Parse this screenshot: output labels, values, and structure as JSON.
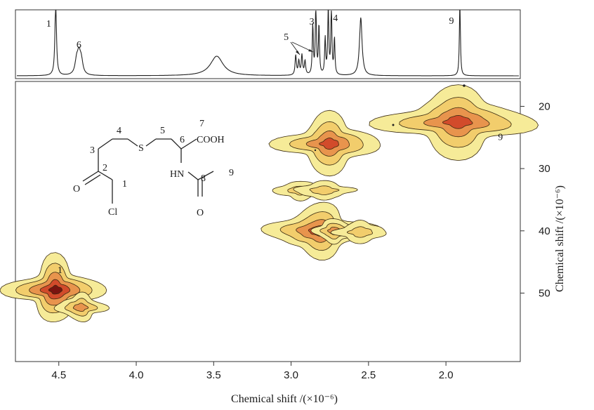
{
  "chart_data": {
    "type": "contour",
    "title": "",
    "xlabel": "Chemical shift /(×10⁻⁶)",
    "ylabel": "Chemical shift /(×10⁻⁶)",
    "xlim": [
      4.78,
      1.52
    ],
    "ylim": [
      16,
      61
    ],
    "x_axis_reversed": true,
    "y_axis_position": "right",
    "x_ticks": [
      "4.5",
      "4.0",
      "3.5",
      "3.0",
      "2.5",
      "2.0"
    ],
    "x_tick_values": [
      4.5,
      4.0,
      3.5,
      3.0,
      2.5,
      2.0
    ],
    "y_ticks": [
      "20",
      "30",
      "40",
      "50"
    ],
    "y_tick_values": [
      20,
      30,
      40,
      50
    ],
    "spectrum_1d": {
      "peaks": [
        {
          "label": "1",
          "x": 4.52,
          "intensity": 1.0
        },
        {
          "label": "6",
          "x": 4.37,
          "intensity": 0.3
        },
        {
          "label": "",
          "x": 3.48,
          "intensity": 0.27
        },
        {
          "label": "5",
          "x": 2.95,
          "intensity": 0.35
        },
        {
          "label": "3",
          "x": 2.83,
          "intensity": 1.0
        },
        {
          "label": "4",
          "x": 2.75,
          "intensity": 1.0
        },
        {
          "label": "",
          "x": 2.55,
          "intensity": 0.8
        },
        {
          "label": "9",
          "x": 1.91,
          "intensity": 1.0
        }
      ]
    },
    "cross_peaks": [
      {
        "label": "1",
        "x": 4.52,
        "y": 49.5,
        "intensity": 1.0
      },
      {
        "label": "",
        "x": 4.36,
        "y": 52.3,
        "intensity": 0.6
      },
      {
        "label": "",
        "x": 2.75,
        "y": 26.0,
        "intensity": 0.78
      },
      {
        "label": "",
        "x": 2.94,
        "y": 33.5,
        "intensity": 0.45
      },
      {
        "label": "",
        "x": 2.79,
        "y": 33.5,
        "intensity": 0.4
      },
      {
        "label": "",
        "x": 2.82,
        "y": 40.0,
        "intensity": 0.88
      },
      {
        "label": "",
        "x": 2.72,
        "y": 40.0,
        "intensity": 0.5
      },
      {
        "label": "",
        "x": 2.55,
        "y": 40.2,
        "intensity": 0.42
      },
      {
        "label": "9",
        "x": 1.92,
        "y": 22.5,
        "intensity": 0.82
      }
    ],
    "contour_colors": [
      "#f6eb98",
      "#f2cd6c",
      "#e8944d",
      "#d24b2b",
      "#7a1410"
    ]
  },
  "structure": {
    "cooh": "COOH",
    "nh": "HN",
    "s": "S",
    "o_ketone": "O",
    "o_amide": "O",
    "cl": "Cl",
    "n1": "1",
    "n2": "2",
    "n3": "3",
    "n4": "4",
    "n5": "5",
    "n6": "6",
    "n7": "7",
    "n8": "8",
    "n9": "9"
  }
}
